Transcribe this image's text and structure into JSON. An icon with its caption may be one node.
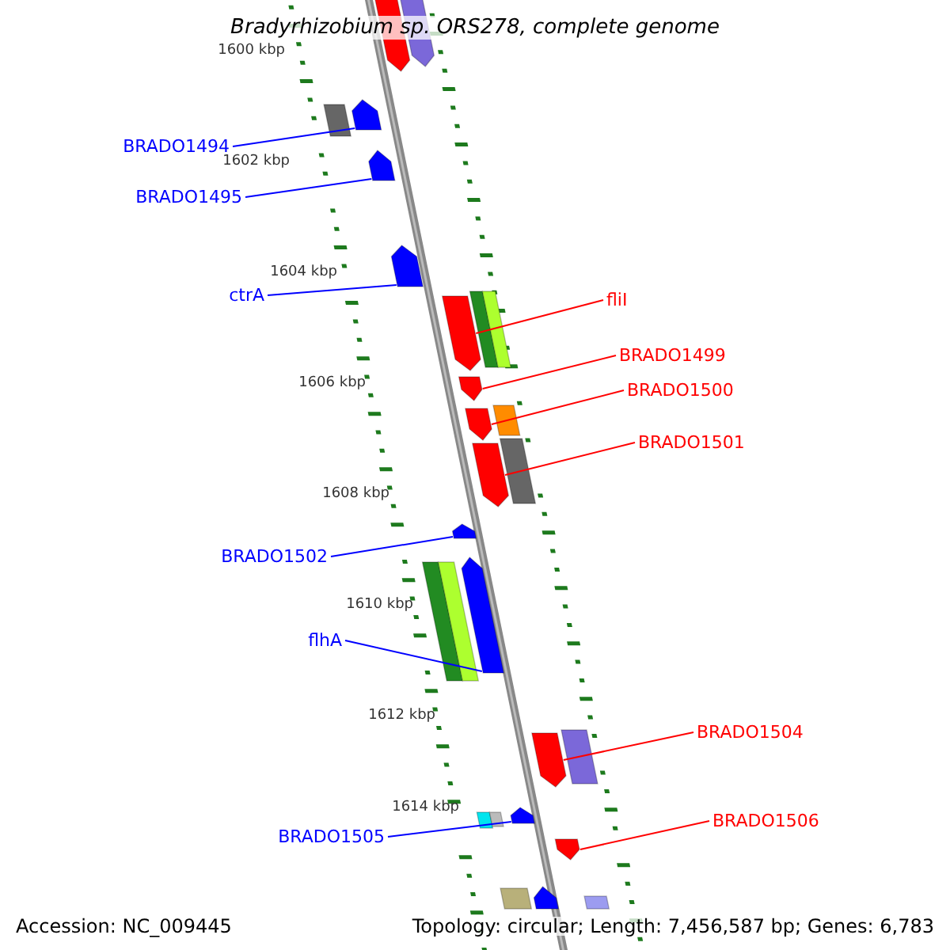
{
  "diagram": {
    "title": "Bradyrhizobium sp. ORS278, complete genome",
    "nodes": [
      {
        "text": [
          "BRADO1494"
        ]
      },
      {
        "text": [
          "BRADO1495"
        ]
      },
      {
        "text": [
          "ctrA"
        ]
      },
      {
        "text": [
          "fliI"
        ]
      },
      {
        "text": [
          "BRADO1499"
        ]
      },
      {
        "text": [
          "BRADO1500"
        ]
      },
      {
        "text": [
          "BRADO1501"
        ]
      },
      {
        "text": [
          "BRADO1502"
        ]
      },
      {
        "text": [
          "flhA"
        ]
      },
      {
        "text": [
          "BRADO1504"
        ]
      },
      {
        "text": [
          "BRADO1506"
        ]
      },
      {
        "text": [
          "BRADO1505"
        ]
      },
      {
        "text": [],
        "shape": "arrow"
      },
      {
        "text": [],
        "shape": "arrow"
      },
      {
        "text": [],
        "shape": "bar"
      },
      {
        "text": [],
        "shape": "arrow"
      },
      {
        "text": [],
        "shape": "arrow"
      },
      {
        "text": [],
        "shape": "arrow"
      },
      {
        "text": [],
        "shape": "arrow"
      },
      {
        "text": [],
        "shape": "bar"
      },
      {
        "text": [],
        "shape": "bar"
      },
      {
        "text": [],
        "shape": "arrow"
      },
      {
        "text": [],
        "shape": "arrow"
      },
      {
        "text": [],
        "shape": "bar"
      },
      {
        "text": [],
        "shape": "arrow"
      },
      {
        "text": [],
        "shape": "bar"
      },
      {
        "text": [],
        "shape": "arrow"
      },
      {
        "text": [],
        "shape": "bar"
      },
      {
        "text": [],
        "shape": "bar"
      },
      {
        "text": [],
        "shape": "arrow"
      },
      {
        "text": [],
        "shape": "arrow"
      },
      {
        "text": [],
        "shape": "bar"
      },
      {
        "text": [],
        "shape": "bar"
      },
      {
        "text": [],
        "shape": "bar"
      },
      {
        "text": [],
        "shape": "arrow"
      },
      {
        "text": [],
        "shape": "arrow"
      },
      {
        "text": [],
        "shape": "bar"
      },
      {
        "text": [],
        "shape": "arrow"
      },
      {
        "text": [],
        "shape": "bar"
      }
    ],
    "edges": [
      {
        "from": 0,
        "to": 15,
        "arrow": "none"
      },
      {
        "from": 1,
        "to": 16,
        "arrow": "none"
      },
      {
        "from": 2,
        "to": 17,
        "arrow": "none"
      },
      {
        "from": 3,
        "to": 18,
        "arrow": "none",
        "color": "#ff0000"
      },
      {
        "from": 4,
        "to": 21,
        "arrow": "none",
        "color": "#ff0000"
      },
      {
        "from": 5,
        "to": 22,
        "arrow": "none",
        "color": "#ff0000"
      },
      {
        "from": 6,
        "to": 24,
        "arrow": "none",
        "color": "#ff0000"
      },
      {
        "from": 7,
        "to": 26,
        "arrow": "none"
      },
      {
        "from": 8,
        "to": 29,
        "arrow": "none"
      },
      {
        "from": 9,
        "to": 30,
        "arrow": "none",
        "color": "#ff0000"
      },
      {
        "from": 10,
        "to": 35,
        "arrow": "none",
        "color": "#ff0000"
      },
      {
        "from": 11,
        "to": 34,
        "arrow": "none"
      }
    ],
    "labels": [
      "1600 kbp",
      "1602 kbp",
      "1604 kbp",
      "1606 kbp",
      "1608 kbp",
      "1610 kbp",
      "1612 kbp",
      "1614 kbp",
      "Accession: NC_009445",
      "Topology: circular; Length: 7,456,587 bp; Genes: 6,783"
    ]
  }
}
